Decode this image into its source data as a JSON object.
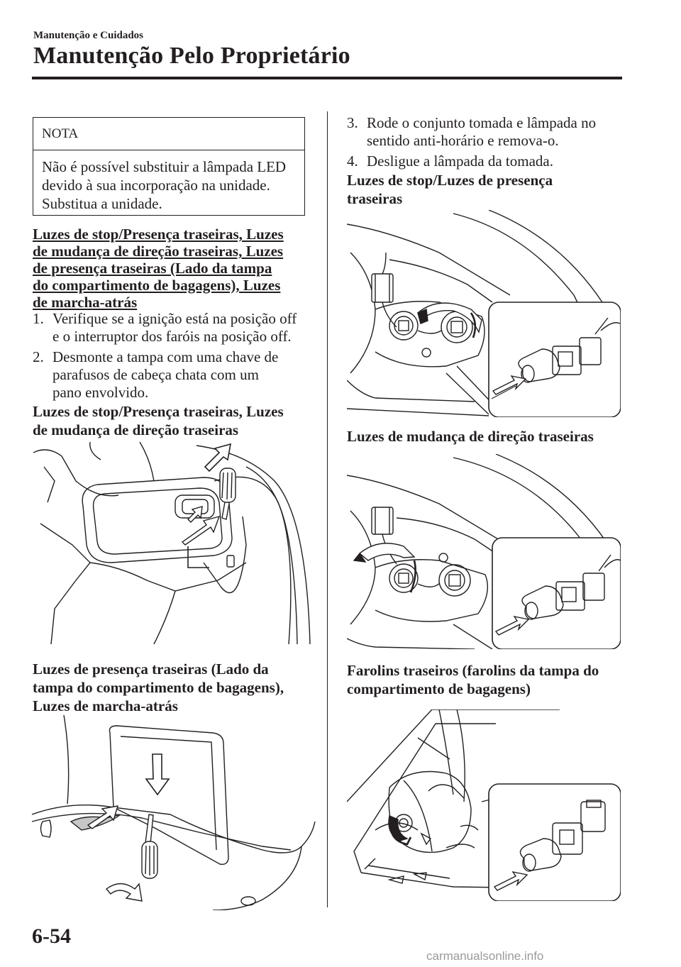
{
  "header": {
    "section": "Manutenção e Cuidados",
    "title": "Manutenção Pelo Proprietário"
  },
  "note": {
    "label": "NOTA",
    "text": "Não é possível substituir a lâmpada LED devido à sua incorporação na unidade. Substitua a unidade."
  },
  "left": {
    "main_heading": [
      "Luzes de stop/Presença traseiras, Luzes",
      "de mudança de direção traseiras, Luzes",
      "de presença traseiras (Lado da tampa",
      "do compartimento de bagagens), Luzes",
      "de marcha-atrás"
    ],
    "steps": [
      {
        "num": "1.",
        "lines": [
          "Verifique se a ignição está na posição off",
          "e o interruptor dos faróis na posição off."
        ]
      },
      {
        "num": "2.",
        "lines": [
          "Desmonte a tampa com uma chave de",
          "parafusos de cabeça chata com um",
          "pano envolvido."
        ]
      }
    ],
    "sub1": [
      "Luzes de stop/Presença traseiras, Luzes",
      "de mudança de direção traseiras"
    ],
    "sub2": [
      "Luzes de presença traseiras (Lado da",
      "tampa do compartimento de bagagens),",
      "Luzes de marcha-atrás"
    ]
  },
  "right": {
    "steps": [
      {
        "num": "3.",
        "lines": [
          "Rode o conjunto tomada e lâmpada no",
          "sentido anti-horário e remova-o."
        ]
      },
      {
        "num": "4.",
        "lines": [
          "Desligue a lâmpada da tomada."
        ]
      }
    ],
    "sub1": [
      "Luzes de stop/Luzes de presença",
      "traseiras"
    ],
    "sub2": [
      "Luzes de mudança de direção traseiras"
    ],
    "sub3": [
      "Farolins traseiros (farolins da tampa do",
      "compartimento de bagagens)"
    ]
  },
  "footer": {
    "page_number": "6-54",
    "watermark": "carmanualsonline.info"
  }
}
